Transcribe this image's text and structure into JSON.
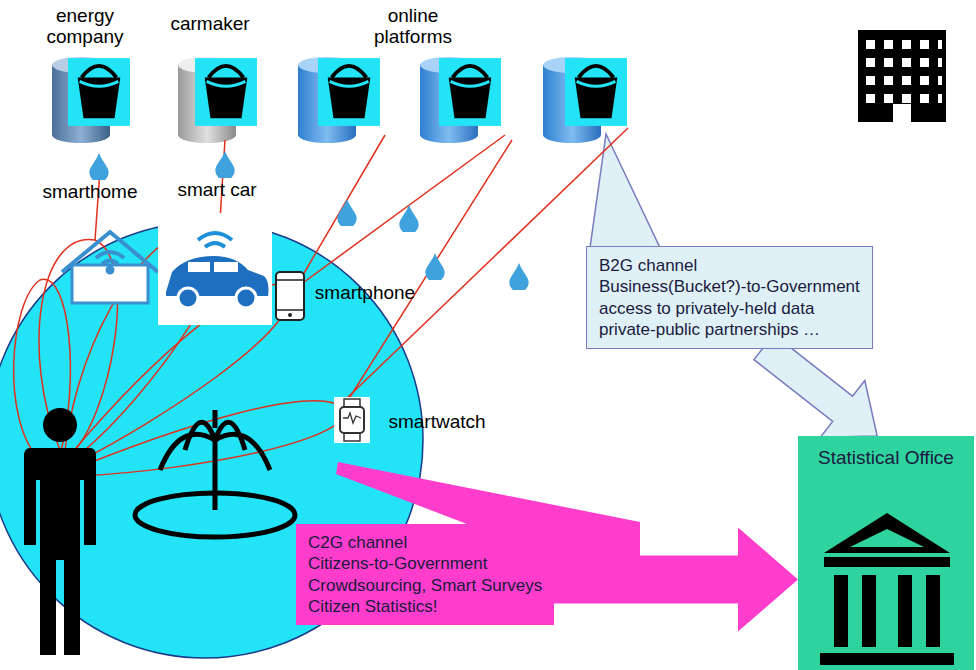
{
  "diagram": {
    "nodes": [
      {
        "text": [
          "B2G channel",
          "Business(Bucket?)-to-Government",
          "access to privately-held data",
          "private-public partnerships …"
        ]
      },
      {
        "text": [
          "C2G channel",
          "Citizens-to-Government",
          "Crowdsourcing, Smart Surveys",
          "Citizen Statistics!"
        ]
      },
      {
        "text": [
          "Statistical Office"
        ]
      }
    ],
    "edges": [
      {
        "from": 0,
        "to": 2,
        "arrow": "to"
      },
      {
        "from": 1,
        "to": 2,
        "arrow": "to"
      }
    ],
    "labels": [
      "energy company",
      "carmaker",
      "online platforms",
      "smarthome",
      "smart car",
      "smartphone",
      "smartwatch"
    ]
  }
}
